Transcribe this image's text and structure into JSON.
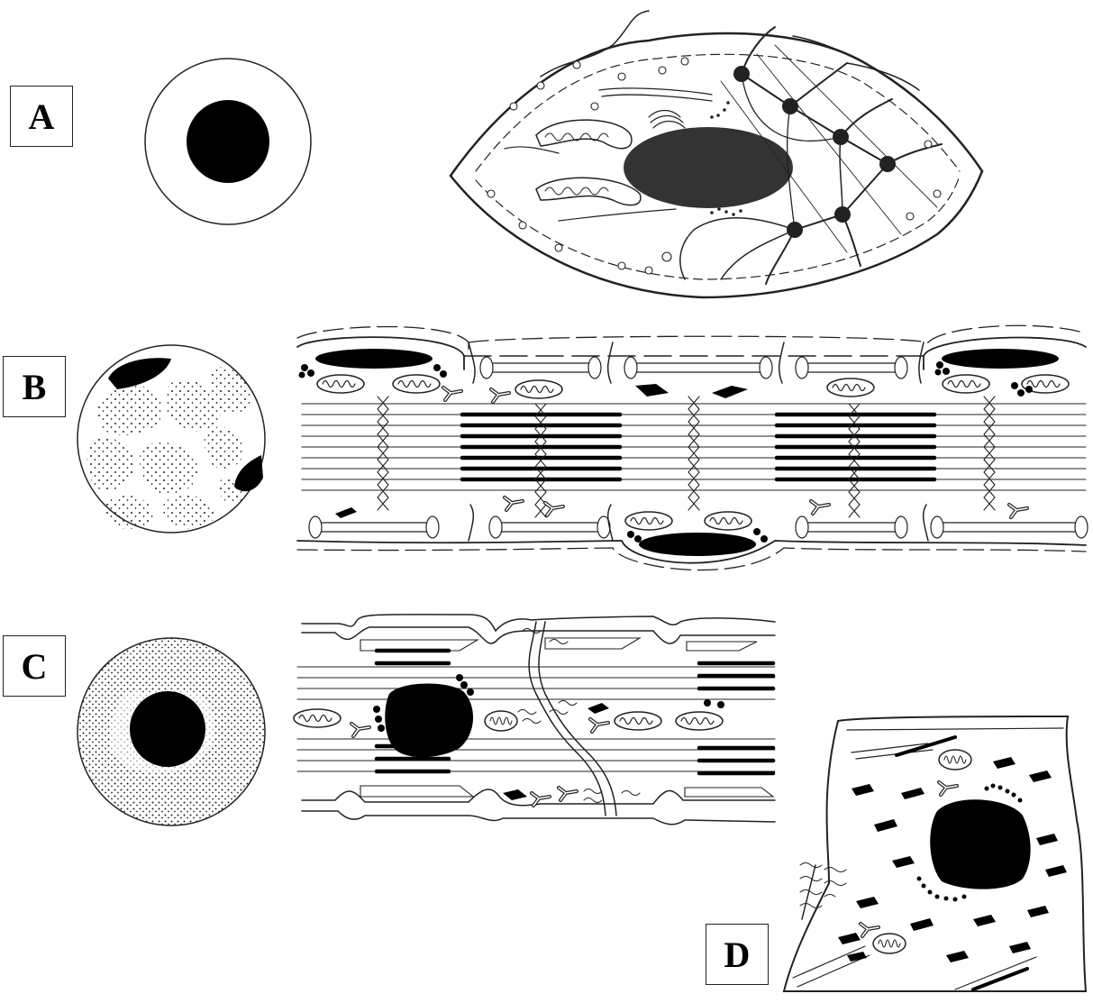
{
  "panels": [
    {
      "id": "A",
      "label": "A"
    },
    {
      "id": "B",
      "label": "B"
    },
    {
      "id": "C",
      "label": "C"
    },
    {
      "id": "D",
      "label": "D"
    }
  ],
  "colors": {
    "ink": "#1a1a1a",
    "background": "#ffffff"
  }
}
